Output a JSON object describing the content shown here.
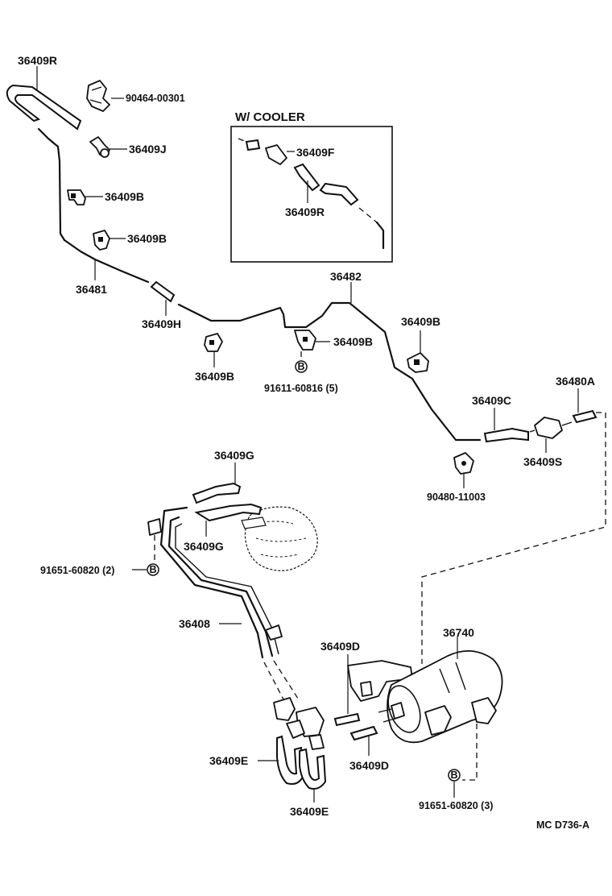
{
  "inset": {
    "title": "W/ COOLER"
  },
  "labels": {
    "p36409R_top": "36409R",
    "p90464": "90464-00301",
    "p36409J": "36409J",
    "p36409B_1": "36409B",
    "p36409B_2": "36409B",
    "p36481": "36481",
    "p36409H": "36409H",
    "p36409B_3": "36409B",
    "p36409B_4": "36409B",
    "p91611": "91611-60816 (5)",
    "p36482": "36482",
    "p36409B_5": "36409B",
    "p36409F": "36409F",
    "p36409R_inset": "36409R",
    "p36409C": "36409C",
    "p36480A": "36480A",
    "p36409S": "36409S",
    "p90480": "90480-11003",
    "p36409G_1": "36409G",
    "p36409G_2": "36409G",
    "p91651_2": "91651-60820 (2)",
    "p36408": "36408",
    "p36409D_1": "36409D",
    "p36740": "36740",
    "p36409E_1": "36409E",
    "p36409D_2": "36409D",
    "p91651_3": "91651-60820 (3)",
    "p36409E_2": "36409E",
    "ref": "MC  D736-A"
  },
  "bolt_symbol": "B"
}
